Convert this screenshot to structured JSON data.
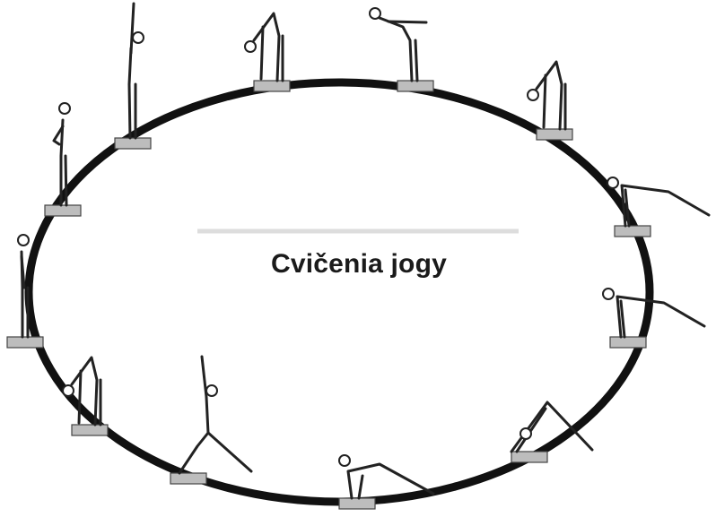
{
  "title": "Cvičenia jogy",
  "colors": {
    "ring": "#111111",
    "divider": "#dddddd",
    "figure_stroke": "#222222",
    "mat": "#bdbdbd"
  },
  "poses": [
    {
      "name": "mountain-pose-hands-at-chest",
      "kind": "stand-namaste"
    },
    {
      "name": "raised-arms-pose",
      "kind": "arms-up"
    },
    {
      "name": "standing-forward-bend",
      "kind": "forward-fold"
    },
    {
      "name": "half-forward-bend",
      "kind": "half-lift"
    },
    {
      "name": "standing-forward-bend-return",
      "kind": "forward-fold"
    },
    {
      "name": "plank-pose",
      "kind": "plank"
    },
    {
      "name": "plank-pose-repeat",
      "kind": "plank"
    },
    {
      "name": "downward-facing-dog",
      "kind": "down-dog"
    },
    {
      "name": "low-lunge",
      "kind": "lunge"
    },
    {
      "name": "high-lunge-arms-raised",
      "kind": "lunge-up"
    },
    {
      "name": "forward-fold-hands-down",
      "kind": "forward-fold"
    },
    {
      "name": "mountain-pose",
      "kind": "stand"
    }
  ]
}
